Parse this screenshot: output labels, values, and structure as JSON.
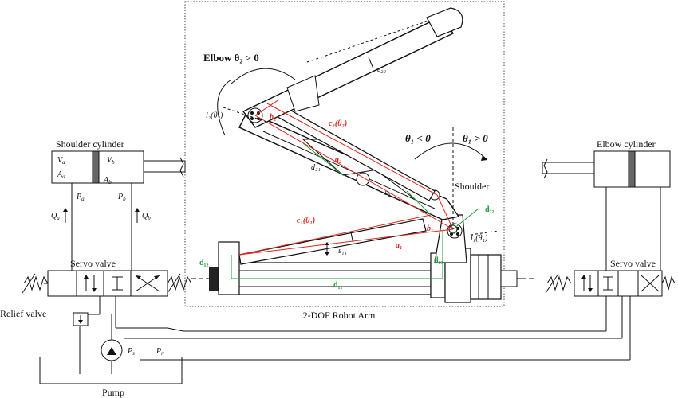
{
  "title": "2-DOF Robot Arm",
  "components": {
    "shoulder_cylinder": "Shoulder cylinder",
    "elbow_cylinder": "Elbow cylinder",
    "servo_valve_left": "Servo valve",
    "servo_valve_right": "Servo valve",
    "relief_valve": "Relief valve",
    "pump": "Pump"
  },
  "hydraulic_labels": {
    "Va": "V",
    "Va_sub": "a",
    "Vb": "V",
    "Vb_sub": "b",
    "Aa": "A",
    "Aa_sub": "a",
    "Ab": "A",
    "Ab_sub": "b",
    "Pa": "P",
    "Pa_sub": "a",
    "Pb": "P",
    "Pb_sub": "b",
    "Qa": "Q",
    "Qa_sub": "a",
    "Qb": "Q",
    "Qb_sub": "b",
    "Ps": "P",
    "Ps_sub": "s",
    "Pr": "P",
    "Pr_sub": "r"
  },
  "arm_labels": {
    "elbow": "Elbow θ₂ > 0",
    "shoulder": "Shoulder",
    "theta1_neg": "θ₁ < 0",
    "theta1_pos": "θ₁ > 0",
    "l2": "l₂(θ₂)",
    "l1": "l₁(θ₁)",
    "b2": "b₂",
    "b1": "b₁",
    "c2": "c₂(θ₂)",
    "c1": "c₁(θ₁)",
    "a2": "a₂",
    "a1": "a₁",
    "d21": "d₂₁",
    "d22": "d₂₂",
    "d11": "d₁₁",
    "d12": "d₁₂",
    "d13": "d₁₃",
    "e11": "ε₁₁",
    "e21": "ε₂₁",
    "e22": "ε₂₂"
  },
  "colors": {
    "red": "#e2231a",
    "green": "#1f9d3a",
    "ink": "#111111",
    "link": "#8a8a8a"
  }
}
